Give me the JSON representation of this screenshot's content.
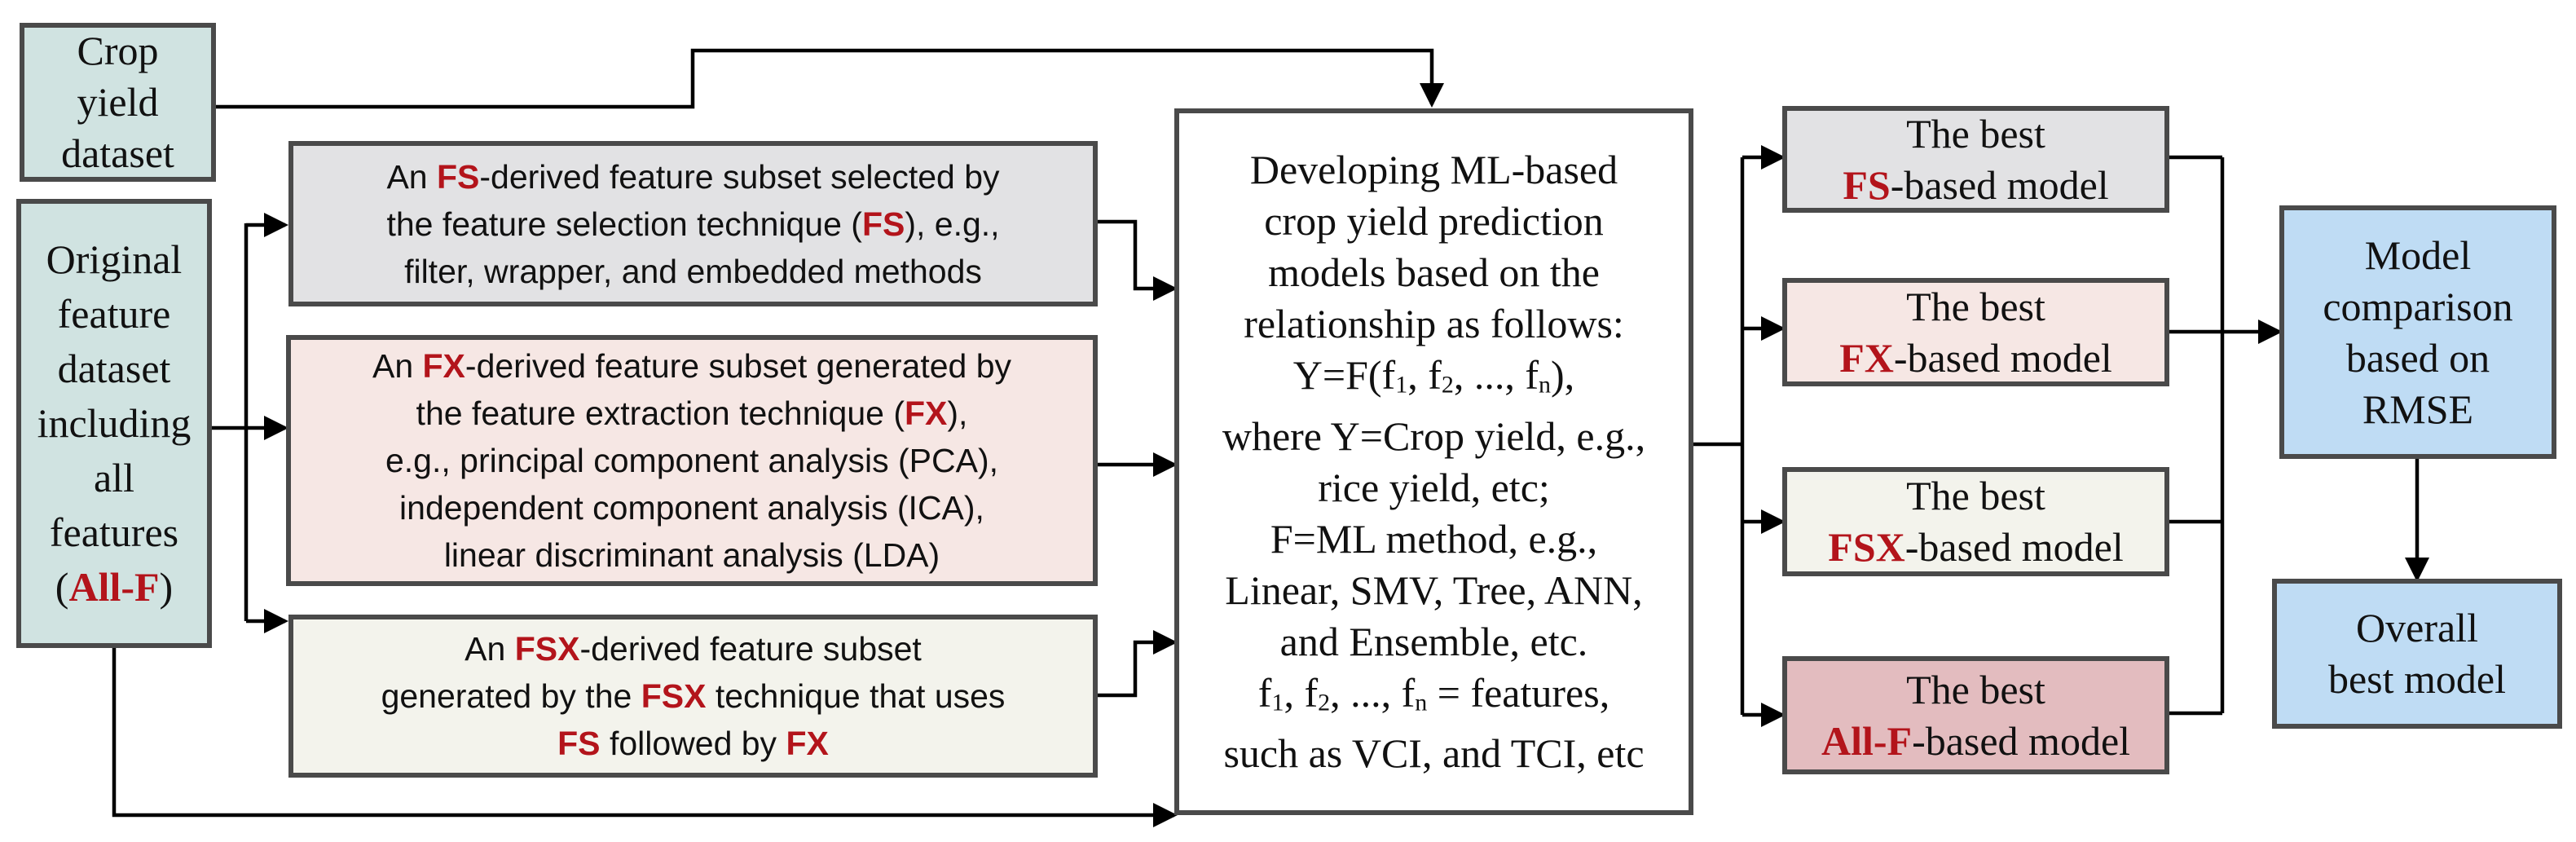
{
  "colors": {
    "teal_fill": "#d0e3e1",
    "gray_fill": "#e2e2e4",
    "pink_fill": "#f6e7e4",
    "green_fill": "#f3f3ec",
    "blue_fill": "#bfdcf4",
    "red_fill": "#e3bcbf",
    "highlight_text": "#b3141b",
    "border": "#4a4a4a"
  },
  "crop_yield_dataset": {
    "lines": [
      "Crop",
      "yield",
      "dataset"
    ]
  },
  "original_feature_dataset": {
    "lines": [
      "Original",
      "feature",
      "dataset",
      "including",
      "all",
      "features"
    ],
    "tag": "All-F"
  },
  "fs_subset": {
    "l1_pre": "An ",
    "l1_tag": "FS",
    "l1_post": "-derived feature subset selected by",
    "l2_pre": "the feature selection technique (",
    "l2_tag": "FS",
    "l2_post": "), e.g.,",
    "l3": "filter, wrapper, and embedded methods"
  },
  "fx_subset": {
    "l1_pre": "An ",
    "l1_tag": "FX",
    "l1_post": "-derived feature subset generated by",
    "l2_pre": "the feature extraction technique (",
    "l2_tag": "FX",
    "l2_post": "),",
    "l3": "e.g., principal component analysis (PCA),",
    "l4": "independent component analysis (ICA),",
    "l5": "linear discriminant analysis (LDA)"
  },
  "fsx_subset": {
    "l1_pre": "An ",
    "l1_tag": "FSX",
    "l1_post": "-derived feature subset",
    "l2_pre": "generated by the ",
    "l2_tag": "FSX",
    "l2_post": " technique that uses",
    "l3_tag1": "FS",
    "l3_mid": " followed by ",
    "l3_tag2": "FX"
  },
  "ml_model_box": {
    "lines": [
      "Developing ML-based",
      "crop yield prediction",
      "models based on the",
      "relationship as follows:"
    ],
    "formula_a": "Y=F(f",
    "formula_b": ", f",
    "formula_c": ", ..., f",
    "formula_d": "),",
    "sub_1": "1",
    "sub_2": "2",
    "sub_n": "n",
    "lines2": [
      "where Y=Crop yield, e.g.,",
      "rice yield, etc;",
      "F=ML method, e.g.,",
      "Linear, SMV, Tree, ANN,",
      "and Ensemble, etc."
    ],
    "features_a": "f",
    "features_b": ", f",
    "features_c": ", ..., f",
    "features_d": " = features,",
    "lines3": [
      "such as VCI, and TCI, etc"
    ]
  },
  "best_models": [
    {
      "top": "The best",
      "tag": "FS",
      "rest": "-based model"
    },
    {
      "top": "The best",
      "tag": "FX",
      "rest": "-based model"
    },
    {
      "top": "The best",
      "tag": "FSX",
      "rest": "-based model"
    },
    {
      "top": "The best",
      "tag": "All-F",
      "rest": "-based model"
    }
  ],
  "model_comparison": {
    "lines": [
      "Model",
      "comparison",
      "based on",
      "RMSE"
    ]
  },
  "overall_best": {
    "lines": [
      "Overall",
      "best model"
    ]
  }
}
